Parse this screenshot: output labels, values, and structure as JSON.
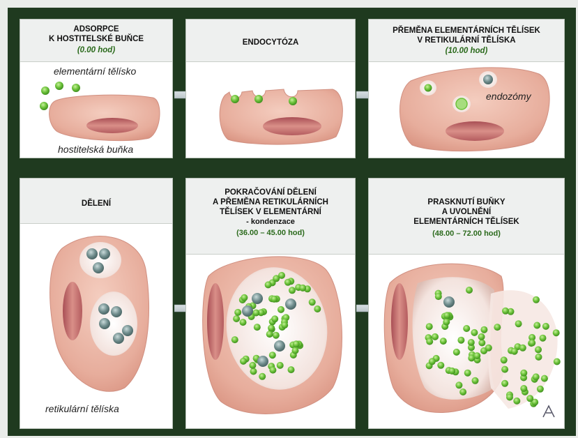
{
  "panels": [
    {
      "title": "ADSORPCE\nK HOSTITELSKÉ BUŇCE",
      "time": "(0.00 hod)",
      "labels": [
        "elementární  tělísko",
        "hostitelská  buňka"
      ]
    },
    {
      "title": "ENDOCYTÓZA"
    },
    {
      "title": "PŘEMĚNA ELEMENTÁRNÍCH  TĚLÍSEK\nV  RETIKULÁRNÍ  TĚLÍSKA",
      "time": "(10.00 hod)",
      "labels": [
        "endozómy"
      ]
    },
    {
      "title": "DĚLENÍ",
      "labels": [
        "retikulární  tělíska"
      ]
    },
    {
      "title": "POKRAČOVÁNÍ DĚLENÍ\nA PŘEMĚNA  RETIKULÁRNÍCH\nTĚLÍSEK V ELEMENTÁRNÍ",
      "subtitle": "- kondenzace",
      "time": "(36.00 – 45.00 hod)"
    },
    {
      "title": "PRASKNUTÍ  BUŇKY\nA  UVOLNĚNÍ\nELEMENTÁRNÍCH  TĚLÍSEK",
      "time": "(48.00 – 72.00 hod)"
    }
  ],
  "colors": {
    "cell": "#e8b0a0",
    "nucleus": "#c86e6e",
    "green": "#6cc23a",
    "grey": "#6f8c8c",
    "background": "#1f3a1f"
  }
}
